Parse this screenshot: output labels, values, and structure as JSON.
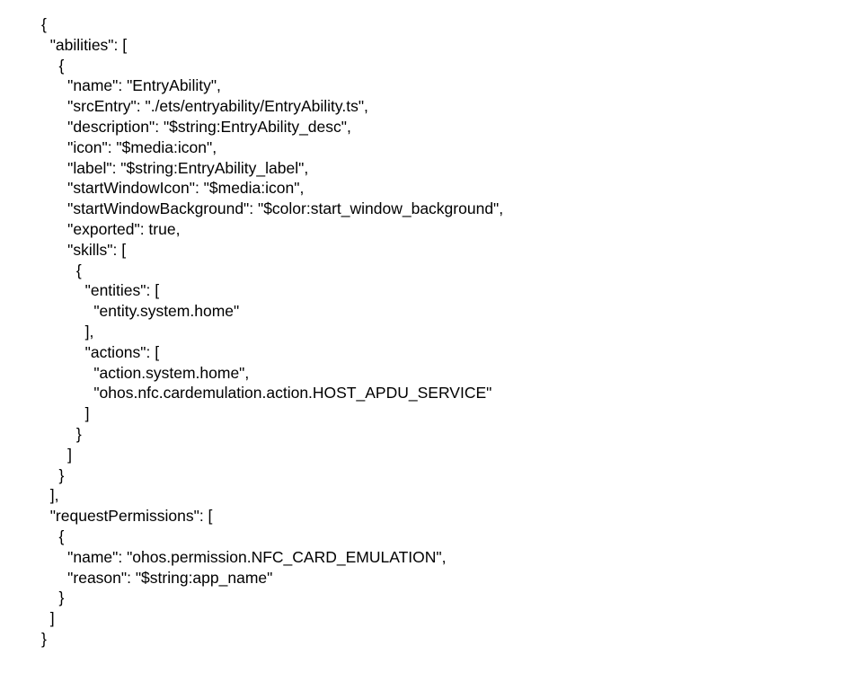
{
  "document": {
    "lines": [
      "{",
      "  \"abilities\": [",
      "    {",
      "      \"name\": \"EntryAbility\",",
      "      \"srcEntry\": \"./ets/entryability/EntryAbility.ts\",",
      "      \"description\": \"$string:EntryAbility_desc\",",
      "      \"icon\": \"$media:icon\",",
      "      \"label\": \"$string:EntryAbility_label\",",
      "      \"startWindowIcon\": \"$media:icon\",",
      "      \"startWindowBackground\": \"$color:start_window_background\",",
      "      \"exported\": true,",
      "      \"skills\": [",
      "        {",
      "          \"entities\": [",
      "            \"entity.system.home\"",
      "          ],",
      "          \"actions\": [",
      "            \"action.system.home\",",
      "            \"ohos.nfc.cardemulation.action.HOST_APDU_SERVICE\"",
      "          ]",
      "        }",
      "      ]",
      "    }",
      "  ],",
      "  \"requestPermissions\": [",
      "    {",
      "      \"name\": \"ohos.permission.NFC_CARD_EMULATION\",",
      "      \"reason\": \"$string:app_name\"",
      "    }",
      "  ]",
      "}"
    ]
  }
}
